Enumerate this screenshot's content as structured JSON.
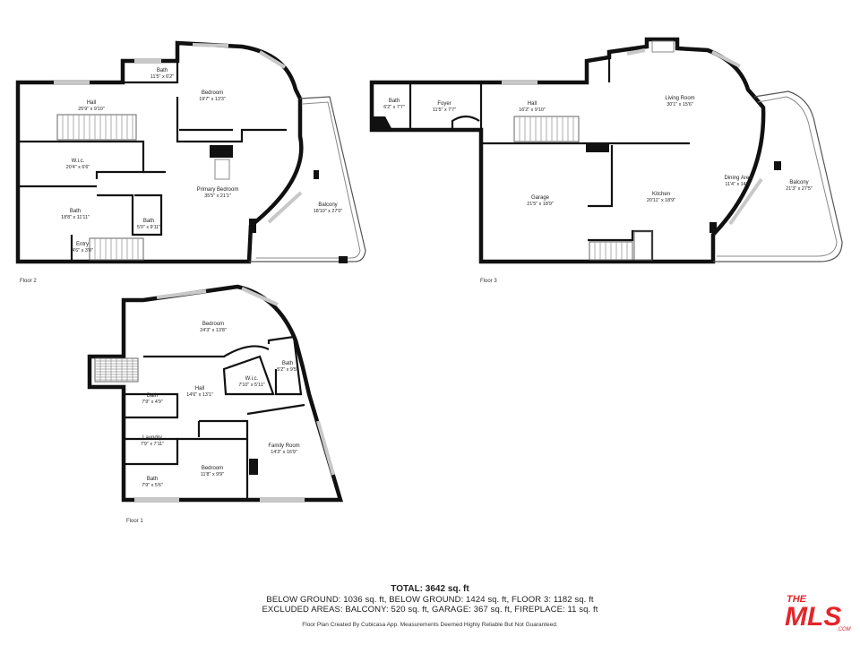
{
  "floors": [
    {
      "label": "Floor 2",
      "rooms": [
        {
          "id": "f2-bath-top",
          "name": "Bath",
          "dim": "11'5\" x 6'2\""
        },
        {
          "id": "f2-hall",
          "name": "Hall",
          "dim": "25'9\" x 9'10\""
        },
        {
          "id": "f2-bedroom",
          "name": "Bedroom",
          "dim": "19'7\" x 13'3\""
        },
        {
          "id": "f2-wic",
          "name": "W.i.c.",
          "dim": "20'4\" x 6'6\""
        },
        {
          "id": "f2-primary",
          "name": "Primary Bedroom",
          "dim": "35'5\" x 21'1\""
        },
        {
          "id": "f2-bath-left",
          "name": "Bath",
          "dim": "18'8\" x 11'11\""
        },
        {
          "id": "f2-bath-small",
          "name": "Bath",
          "dim": "5'0\" x 9'11\""
        },
        {
          "id": "f2-balcony",
          "name": "Balcony",
          "dim": "18'10\" x 27'0\""
        },
        {
          "id": "f2-entry",
          "name": "Entry",
          "dim": "4'6\" x 3'0\""
        }
      ]
    },
    {
      "label": "Floor 3",
      "rooms": [
        {
          "id": "f3-bath",
          "name": "Bath",
          "dim": "6'2\" x 7'7\""
        },
        {
          "id": "f3-foyer",
          "name": "Foyer",
          "dim": "11'5\" x 7'7\""
        },
        {
          "id": "f3-hall",
          "name": "Hall",
          "dim": "16'2\" x 9'10\""
        },
        {
          "id": "f3-living",
          "name": "Living Room",
          "dim": "30'1\" x 15'6\""
        },
        {
          "id": "f3-garage",
          "name": "Garage",
          "dim": "21'5\" x 18'9\""
        },
        {
          "id": "f3-kitchen",
          "name": "Kitchen",
          "dim": "20'11\" x 18'9\""
        },
        {
          "id": "f3-dining",
          "name": "Dining Area",
          "dim": "11'4\" x 14'2\""
        },
        {
          "id": "f3-balcony",
          "name": "Balcony",
          "dim": "21'3\" x 27'5\""
        }
      ]
    },
    {
      "label": "Floor 1",
      "rooms": [
        {
          "id": "f1-bedroom",
          "name": "Bedroom",
          "dim": "24'3\" x 13'8\""
        },
        {
          "id": "f1-bath-right",
          "name": "Bath",
          "dim": "5'2\" x 9'5\""
        },
        {
          "id": "f1-wic",
          "name": "W.i.c.",
          "dim": "7'10\" x 5'11\""
        },
        {
          "id": "f1-hall",
          "name": "Hall",
          "dim": "14'6\" x 13'1\""
        },
        {
          "id": "f1-bath-top",
          "name": "Bath",
          "dim": "7'9\" x 4'9\""
        },
        {
          "id": "f1-laundry",
          "name": "Laundry",
          "dim": "7'9\" x 7'11\""
        },
        {
          "id": "f1-family",
          "name": "Family Room",
          "dim": "14'3\" x 16'9\""
        },
        {
          "id": "f1-bedroom-small",
          "name": "Bedroom",
          "dim": "11'8\" x 9'9\""
        },
        {
          "id": "f1-bath-bottom",
          "name": "Bath",
          "dim": "7'9\" x 5'6\""
        }
      ]
    }
  ],
  "summary": {
    "total": "TOTAL: 3642 sq. ft",
    "line1": "BELOW GROUND: 1036 sq. ft, BELOW GROUND: 1424 sq. ft, FLOOR 3: 1182 sq. ft",
    "line2": "EXCLUDED AREAS: BALCONY: 520 sq. ft, GARAGE: 367 sq. ft, FIREPLACE: 11 sq. ft",
    "credit": "Floor Plan Created By Cubicasa App. Measurements Deemed Highly Reliable But Not Guaranteed."
  },
  "logo": {
    "the": "THE",
    "mls": "MLS",
    "com": ".COM",
    "color": "#e4262b"
  }
}
